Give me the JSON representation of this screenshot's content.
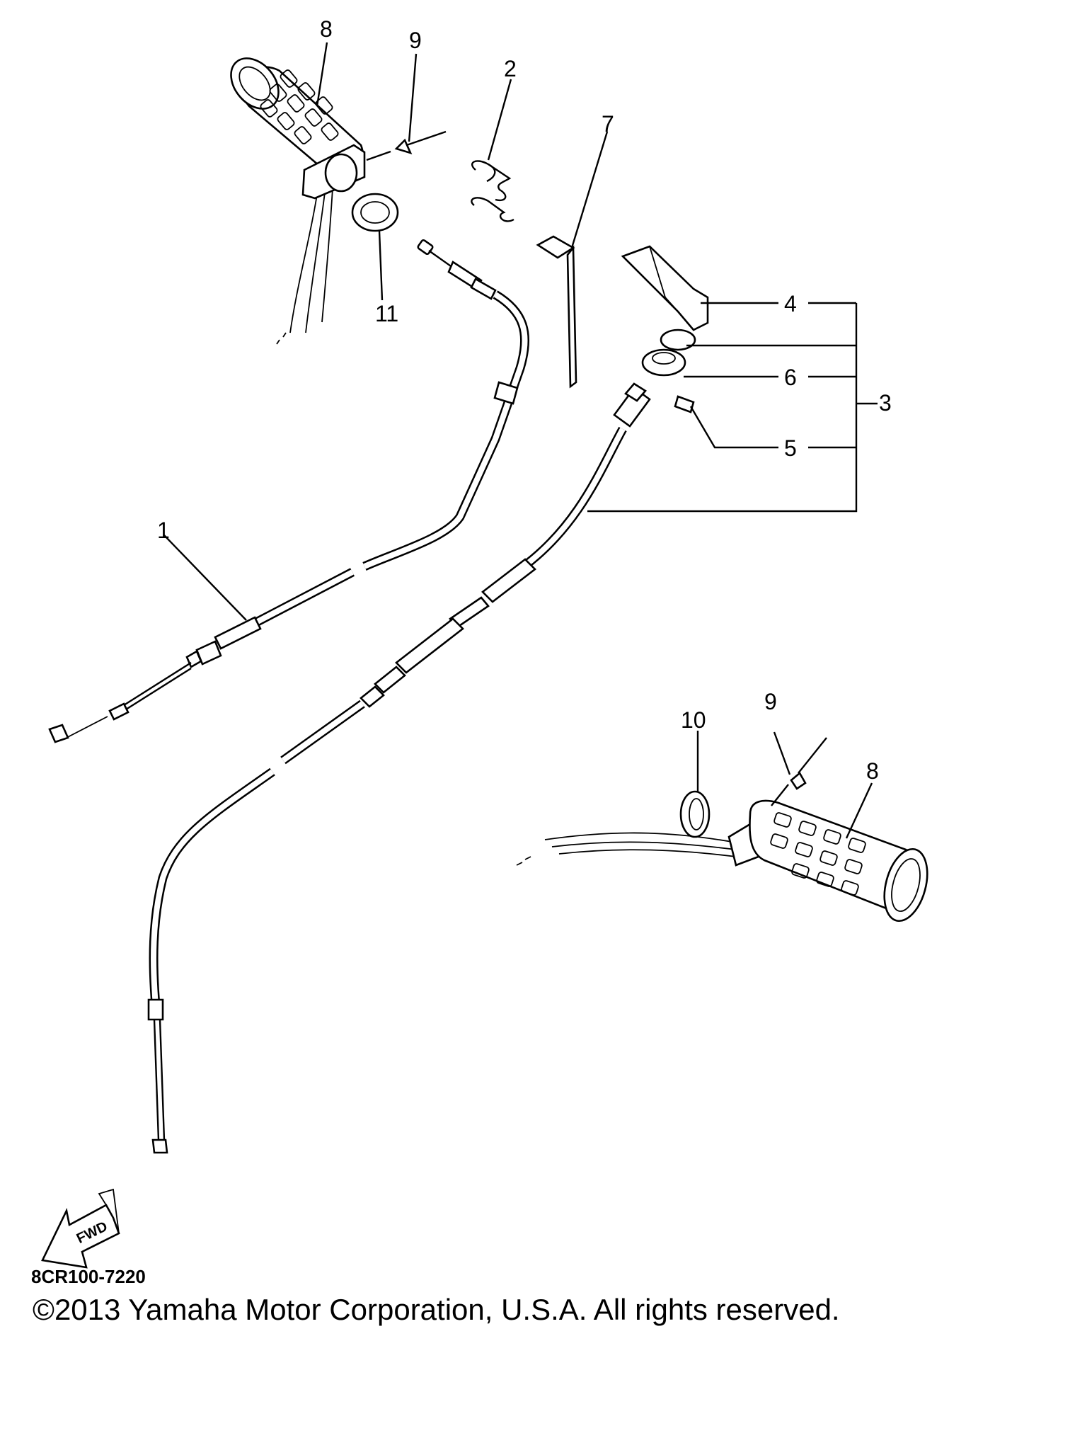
{
  "callouts": {
    "c1": "1",
    "c2": "2",
    "c3": "3",
    "c4": "4",
    "c5": "5",
    "c6": "6",
    "c7": "7",
    "c8a": "8",
    "c8b": "8",
    "c9a": "9",
    "c9b": "9",
    "c10": "10",
    "c11": "11"
  },
  "fwd_label": "FWD",
  "diagram_code": "8CR100-7220",
  "copyright": "©2013 Yamaha Motor Corporation, U.S.A. All rights reserved."
}
